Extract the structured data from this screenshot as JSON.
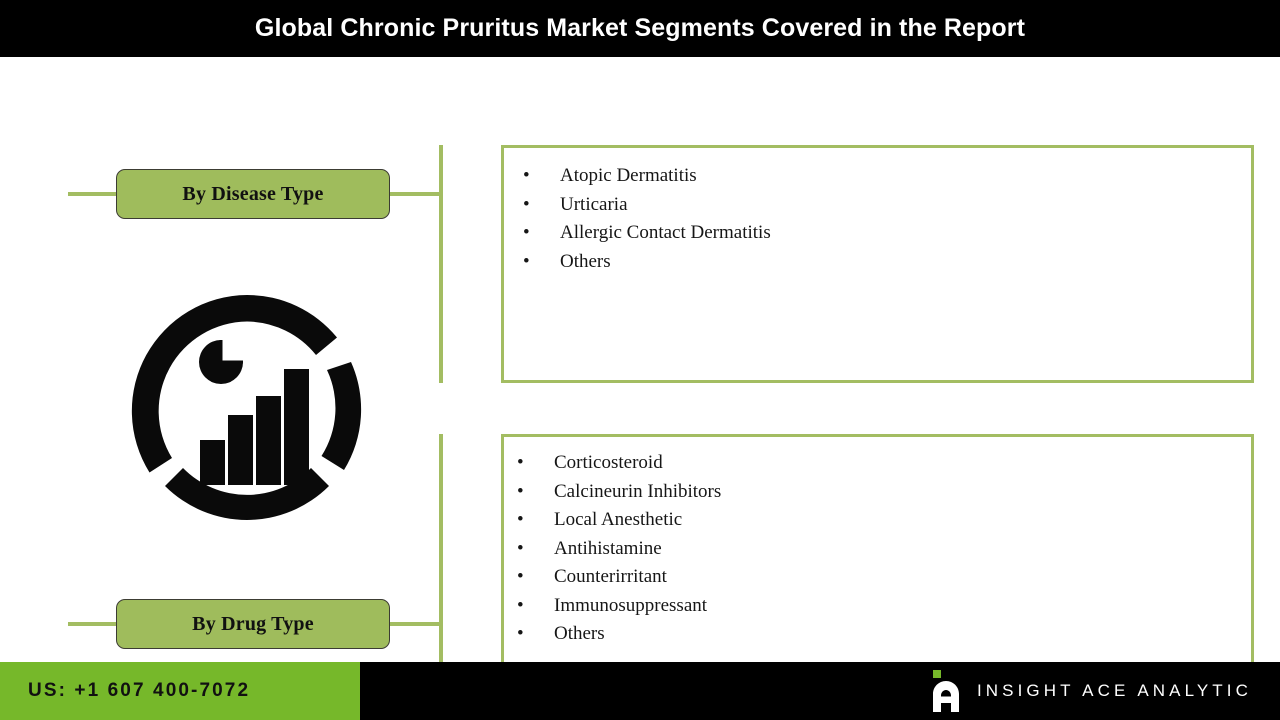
{
  "header": {
    "title": "Global Chronic Pruritus Market Segments Covered in the Report",
    "background": "#000000",
    "text_color": "#ffffff"
  },
  "theme": {
    "box_green": "#9fbc5c",
    "border_green": "#a3bd62",
    "footer_green": "#76b82a",
    "black": "#000000",
    "white": "#ffffff"
  },
  "icon": {
    "name": "market-analytics-chart-icon",
    "color": "#0a0a0a"
  },
  "segments": [
    {
      "label": "By Disease Type",
      "items": [
        "Atopic Dermatitis",
        "Urticaria",
        "Allergic Contact Dermatitis",
        "Others"
      ]
    },
    {
      "label": "By Drug Type",
      "items": [
        "Corticosteroid",
        "Calcineurin Inhibitors",
        "Local Anesthetic",
        "Antihistamine",
        "Counterirritant",
        "Immunosuppressant",
        "Others"
      ]
    }
  ],
  "bullet_glyph": "•",
  "footer": {
    "phone": "US: +1 607 400-7072",
    "brand_name": "INSIGHT ACE ANALYTIC",
    "brand_mark": "insight-ace-a-logo"
  }
}
